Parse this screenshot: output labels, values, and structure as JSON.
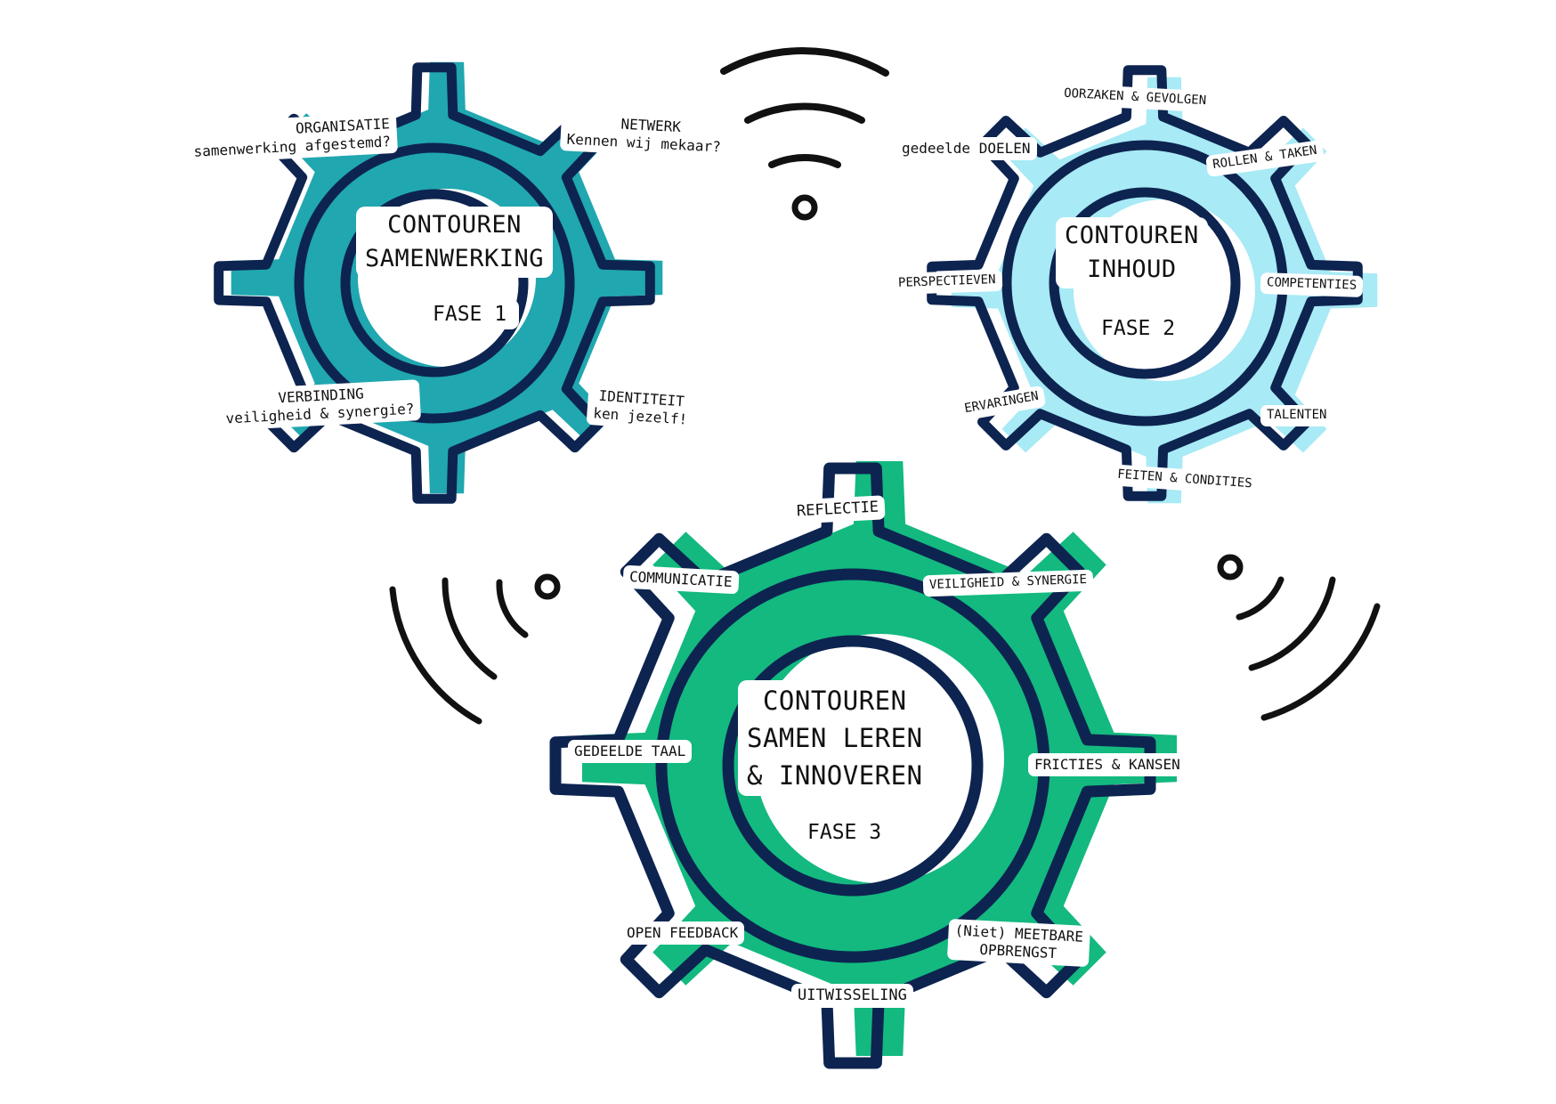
{
  "colors": {
    "navy": "#0d2450",
    "teal": "#20a7b0",
    "light_blue": "#a8eaf5",
    "green": "#13b97f",
    "signal": "#111111"
  },
  "gear1": {
    "title_line1": "CONTOUREN",
    "title_line2": "SAMENWERKING",
    "phase": "FASE 1",
    "labels": {
      "organisatie": "ORGANISATIE",
      "organisatie_sub": "samenwerking afgestemd?",
      "netwerk": "NETWERK",
      "netwerk_sub": "Kennen wij mekaar?",
      "verbinding": "VERBINDING",
      "verbinding_sub": "veiligheid & synergie?",
      "identiteit": "IDENTITEIT",
      "identiteit_sub": "ken jezelf!"
    }
  },
  "gear2": {
    "title_line1": "CONTOUREN",
    "title_line2": "INHOUD",
    "phase": "FASE 2",
    "labels": {
      "oorzaken": "OORZAKEN & GEVOLGEN",
      "doelen": "gedeelde DOELEN",
      "rollen": "ROLLEN & TAKEN",
      "perspectieven": "PERSPECTIEVEN",
      "competenties": "COMPETENTIES",
      "ervaringen": "ERVARINGEN",
      "talenten": "TALENTEN",
      "feiten": "FEITEN & CONDITIES"
    }
  },
  "gear3": {
    "title_line1": "CONTOUREN",
    "title_line2": "SAMEN LEREN",
    "title_line3": "& INNOVEREN",
    "phase": "FASE 3",
    "labels": {
      "reflectie": "REFLECTIE",
      "communicatie": "COMMUNICATIE",
      "veiligheid": "VEILIGHEID & SYNERGIE",
      "taal": "GEDEELDE TAAL",
      "fricties": "FRICTIES & KANSEN",
      "feedback": "OPEN FEEDBACK",
      "meetbare": "(Niet) MEETBARE",
      "opbrengst": "OPBRENGST",
      "uitwisseling": "UITWISSELING"
    }
  }
}
